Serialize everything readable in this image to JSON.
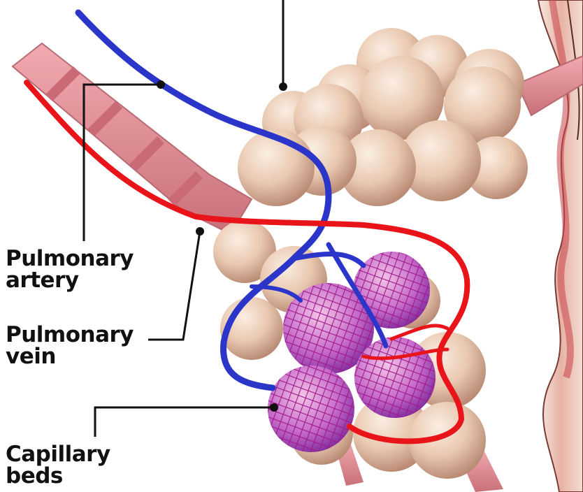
{
  "labels": {
    "artery": [
      "Pulmonary",
      "artery"
    ],
    "vein": [
      "Pulmonary",
      "vein"
    ],
    "capillary": [
      "Capillary",
      "beds"
    ]
  },
  "colors": {
    "artery_vessel": "#2b35c9",
    "vein_vessel": "#e8141a",
    "alveolus": "#e9c8b0",
    "alveolus_shadow": "#c99c86",
    "bronchus": "#e08a92",
    "capillary_net": "#8a2fb8",
    "leader_line": "#111111",
    "label_text": "#111111"
  }
}
